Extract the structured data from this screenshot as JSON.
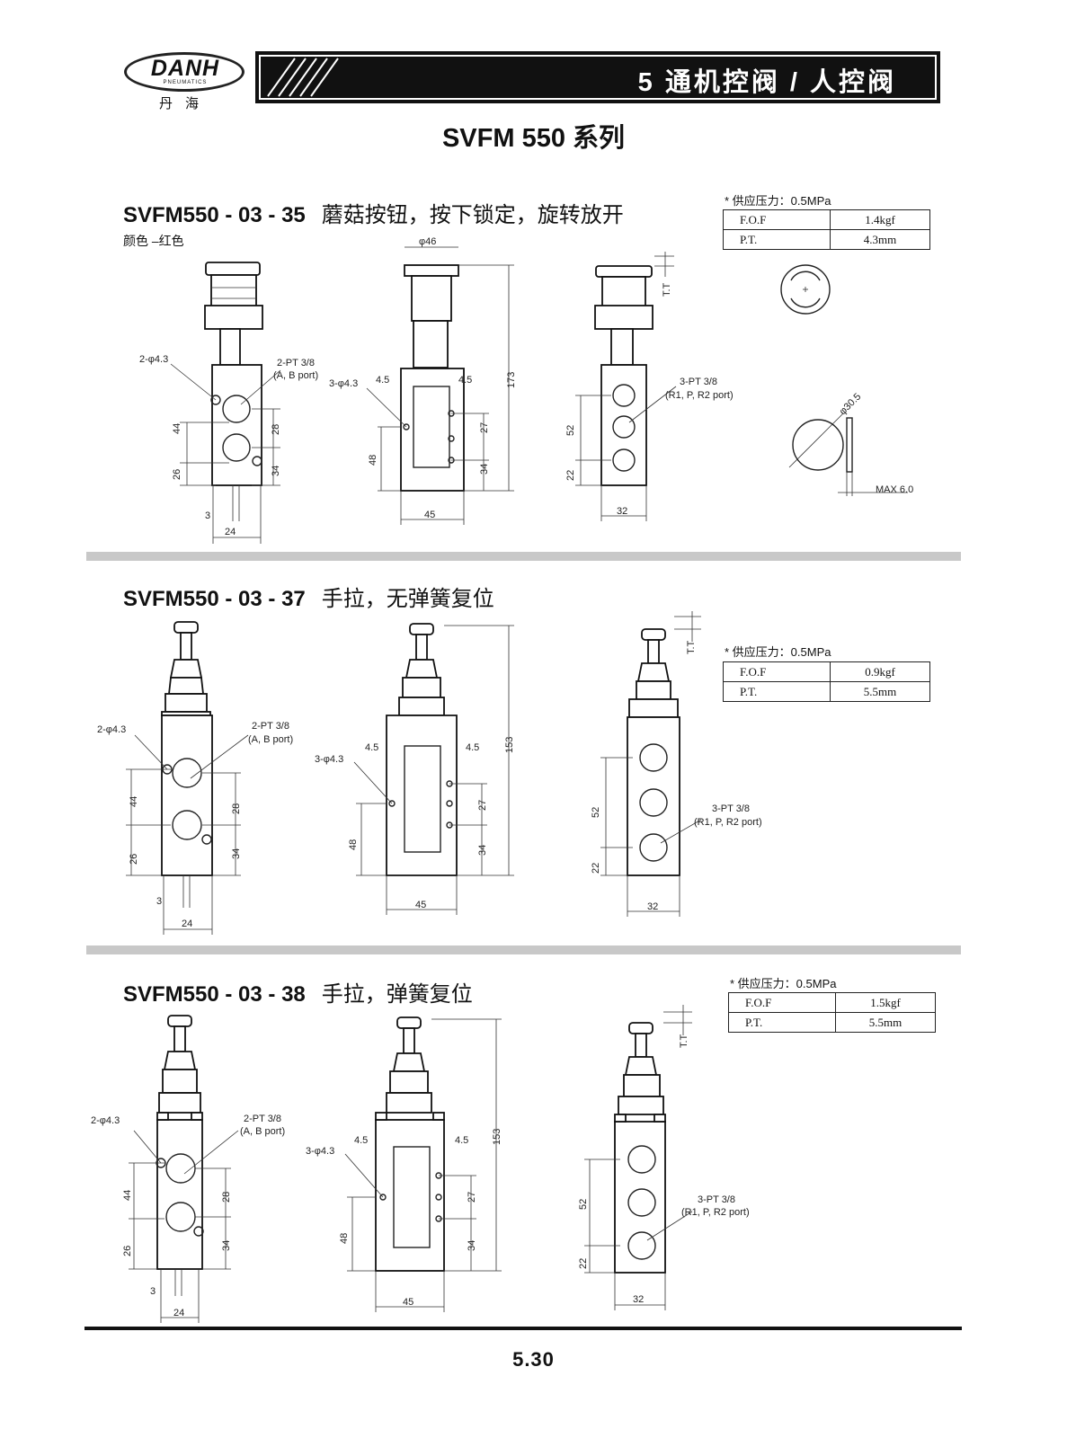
{
  "header": {
    "logo_text": "DANH",
    "logo_sub": "PNEUMATICS",
    "logo_cn": "丹海",
    "banner_title": "5 通机控阀 / 人控阀"
  },
  "series_title": "SVFM 550 系列",
  "sections": [
    {
      "model": "SVFM550 - 03 - 35",
      "description": "蘑菇按钮，按下锁定，旋转放开",
      "note": "颜色 –红色",
      "spec_head": "* 供应压力：0.5MPa",
      "spec_rows": [
        [
          "F.O.F",
          "1.4kgf"
        ],
        [
          "P.T.",
          "4.3mm"
        ]
      ],
      "dims": {
        "front": [
          "2-φ4.3",
          "2-PT 3/8",
          "(A, B port)",
          "44",
          "26",
          "28",
          "34",
          "3",
          "24"
        ],
        "side": [
          "φ46",
          "3-φ4.3",
          "4.5",
          "4.5",
          "173",
          "27",
          "48",
          "34",
          "45"
        ],
        "back": [
          "T.T",
          "3-PT 3/8",
          "(R1, P, R2 port)",
          "52",
          "22",
          "32"
        ],
        "panel": [
          "φ30.5",
          "MAX 6.0"
        ]
      }
    },
    {
      "model": "SVFM550 - 03 - 37",
      "description": "手拉，无弹簧复位",
      "note": "",
      "spec_head": "* 供应压力：0.5MPa",
      "spec_rows": [
        [
          "F.O.F",
          "0.9kgf"
        ],
        [
          "P.T.",
          "5.5mm"
        ]
      ],
      "dims": {
        "front": [
          "2-φ4.3",
          "2-PT 3/8",
          "(A, B port)",
          "44",
          "26",
          "28",
          "34",
          "3",
          "24"
        ],
        "side": [
          "3-φ4.3",
          "4.5",
          "4.5",
          "153",
          "27",
          "48",
          "34",
          "45"
        ],
        "back": [
          "T.T",
          "3-PT 3/8",
          "(R1, P, R2 port)",
          "52",
          "22",
          "32"
        ]
      }
    },
    {
      "model": "SVFM550 - 03 - 38",
      "description": "手拉，弹簧复位",
      "note": "",
      "spec_head": "* 供应压力：0.5MPa",
      "spec_rows": [
        [
          "F.O.F",
          "1.5kgf"
        ],
        [
          "P.T.",
          "5.5mm"
        ]
      ],
      "dims": {
        "front": [
          "2-φ4.3",
          "2-PT 3/8",
          "(A, B port)",
          "44",
          "26",
          "28",
          "34",
          "3",
          "24"
        ],
        "side": [
          "3-φ4.3",
          "4.5",
          "4.5",
          "153",
          "27",
          "48",
          "34",
          "45"
        ],
        "back": [
          "T.T",
          "3-PT 3/8",
          "(R1, P, R2 port)",
          "52",
          "22",
          "32"
        ]
      }
    }
  ],
  "page_number": "5.30"
}
